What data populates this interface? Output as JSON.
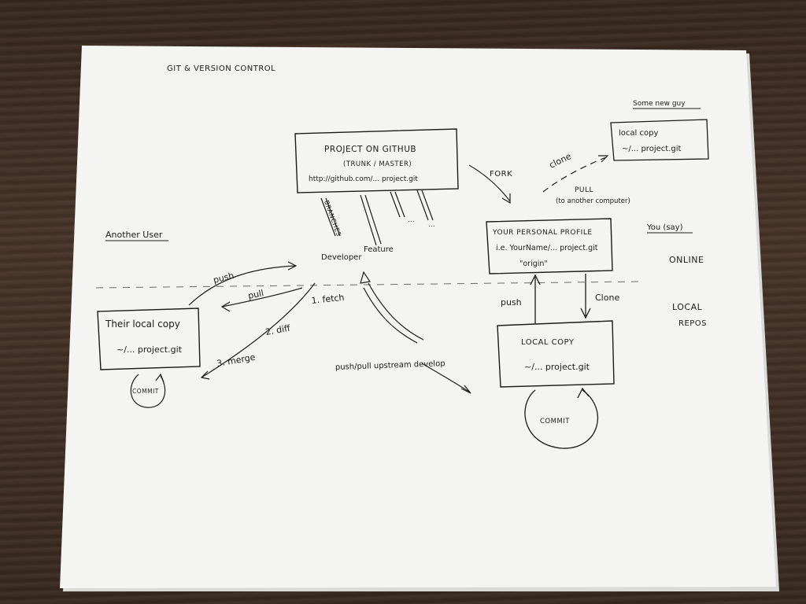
{
  "title": "GIT & VERSION CONTROL",
  "github_box": {
    "line1": "PROJECT ON GITHUB",
    "line2": "(TRUNK / MASTER)",
    "line3": "http://github.com/... project.git"
  },
  "branches_label": "BRANCHES",
  "ellipsis": "...",
  "developer_label": "Developer",
  "feature_label": "Feature",
  "another_user_label": "Another User",
  "push_label": "push",
  "pull_label": "pull",
  "fetch_label": "1. fetch",
  "diff_label": "2. diff",
  "merge_label": "3. merge",
  "their_box": {
    "line1": "Their local copy",
    "line2": "~/... project.git"
  },
  "their_commit": "COMMIT",
  "push_pull_upstream": "push/pull upstream develop",
  "fork_label": "FORK",
  "clone_top_label": "clone",
  "pull_other_label": "PULL",
  "pull_other_sub": "(to another computer)",
  "some_new_guy": "Some new guy",
  "new_guy_box": {
    "line1": "local copy",
    "line2": "~/... project.git"
  },
  "you_say": "You (say)",
  "profile_box": {
    "line1": "YOUR PERSONAL PROFILE",
    "line2": "i.e. YourName/... project.git",
    "line3": "\"origin\""
  },
  "online_label": "ONLINE",
  "local_label_1": "LOCAL",
  "local_label_2": "REPOS",
  "push_right_label": "push",
  "clone_right_label": "Clone",
  "local_box": {
    "line1": "LOCAL COPY",
    "line2": "~/... project.git"
  },
  "local_commit": "COMMIT",
  "colors": {
    "ink": "#1b1b1b",
    "paper": "#f4f4f2",
    "wood": "#3b2a20"
  }
}
